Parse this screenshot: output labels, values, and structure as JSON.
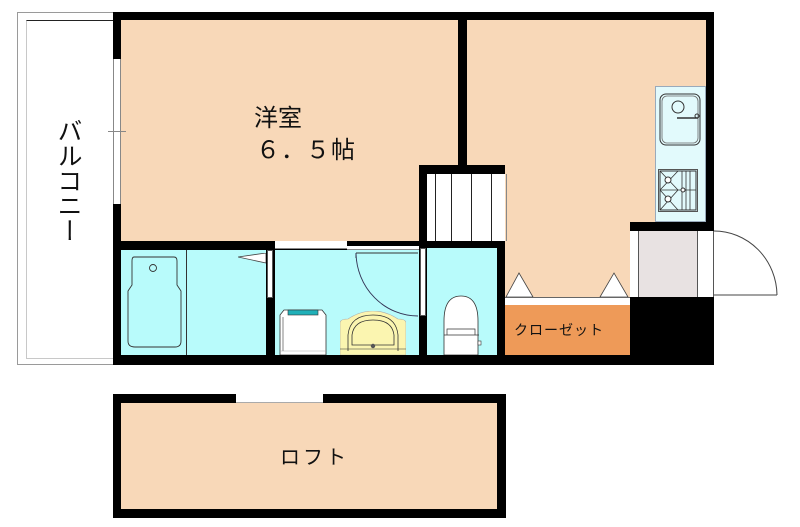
{
  "floor_plan": {
    "rooms": {
      "western_room": {
        "name": "洋室",
        "size": "６．５帖"
      },
      "balcony": {
        "name": "バルコニー"
      },
      "closet": {
        "name": "クローゼット"
      },
      "loft": {
        "name": "ロフト"
      }
    },
    "fixtures": [
      "unit-bath",
      "washing-machine-space",
      "washbasin",
      "toilet",
      "kitchen-sink",
      "gas-stove",
      "stairs",
      "entrance"
    ],
    "colors": {
      "floor": "#f8d8b8",
      "wet_area": "#b8fbfb",
      "closet": "#ee9a58",
      "entrance": "#e8e2e2",
      "kitchen_counter": "#e2fafc",
      "wall": "#000000",
      "washbasin": "#fbf5b0",
      "washer_lid": "#20b0b8"
    }
  }
}
